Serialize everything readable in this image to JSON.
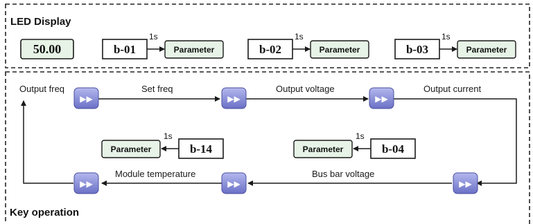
{
  "led_section": {
    "title": "LED Display",
    "display_value": "50.00",
    "codes": [
      {
        "code": "b-01",
        "delay": "1s",
        "target": "Parameter"
      },
      {
        "code": "b-02",
        "delay": "1s",
        "target": "Parameter"
      },
      {
        "code": "b-03",
        "delay": "1s",
        "target": "Parameter"
      }
    ]
  },
  "key_section": {
    "title": "Key operation",
    "states": {
      "output_freq": "Output freq",
      "set_freq": "Set  freq",
      "output_voltage": "Output voltage",
      "output_current": "Output current",
      "bus_bar_voltage": "Bus bar voltage",
      "module_temperature": "Module temperature"
    },
    "inner_codes": [
      {
        "code": "b-14",
        "delay": "1s",
        "target": "Parameter"
      },
      {
        "code": "b-04",
        "delay": "1s",
        "target": "Parameter"
      }
    ],
    "key_symbol": "▶▶"
  },
  "colors": {
    "led_fill": "#e6f3e6",
    "key_fill_top": "#a9aee6",
    "key_fill_bottom": "#6b70c6",
    "line": "#1a1a1a"
  }
}
